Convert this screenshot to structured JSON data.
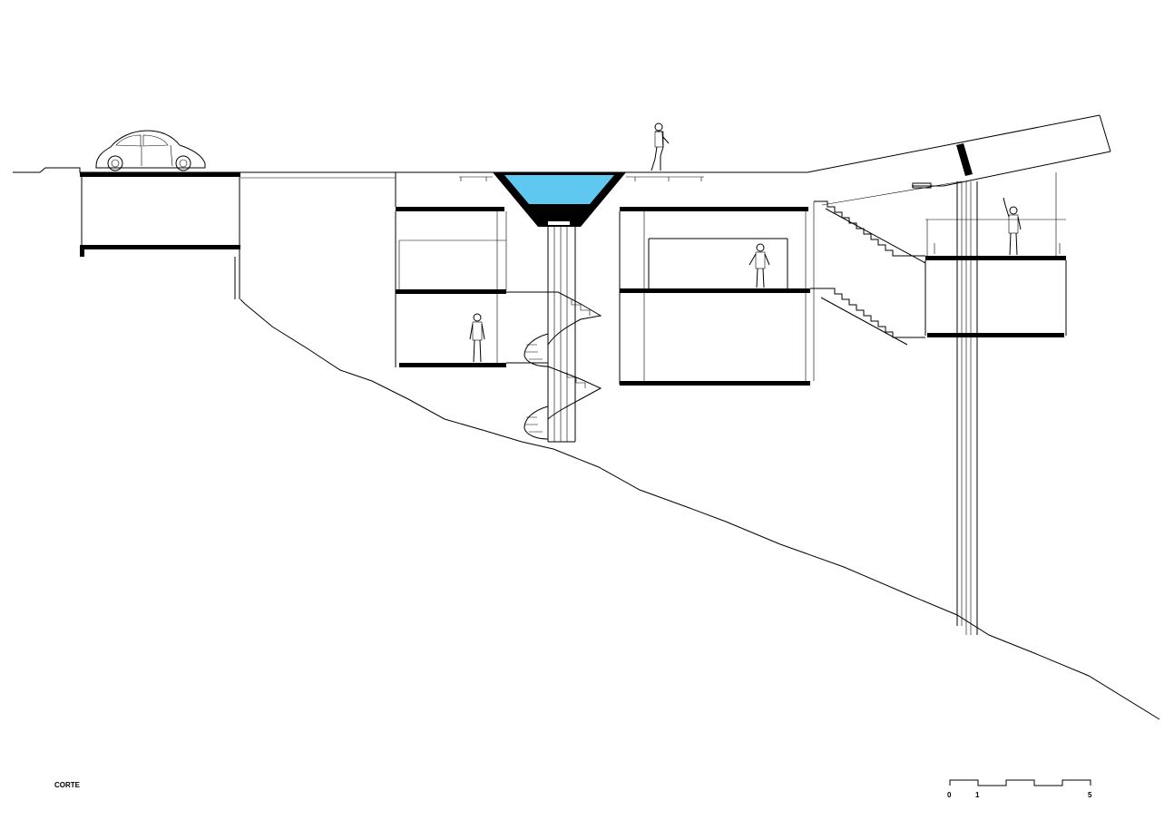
{
  "drawing": {
    "title": "CORTE",
    "scale_bar": {
      "labels": [
        "0",
        "1",
        "5"
      ]
    },
    "colors": {
      "line": "#000000",
      "pool_water": "#5ec8f0",
      "background": "#ffffff"
    },
    "icons": {
      "car": "car-icon",
      "people": "person-figure-icon"
    }
  }
}
